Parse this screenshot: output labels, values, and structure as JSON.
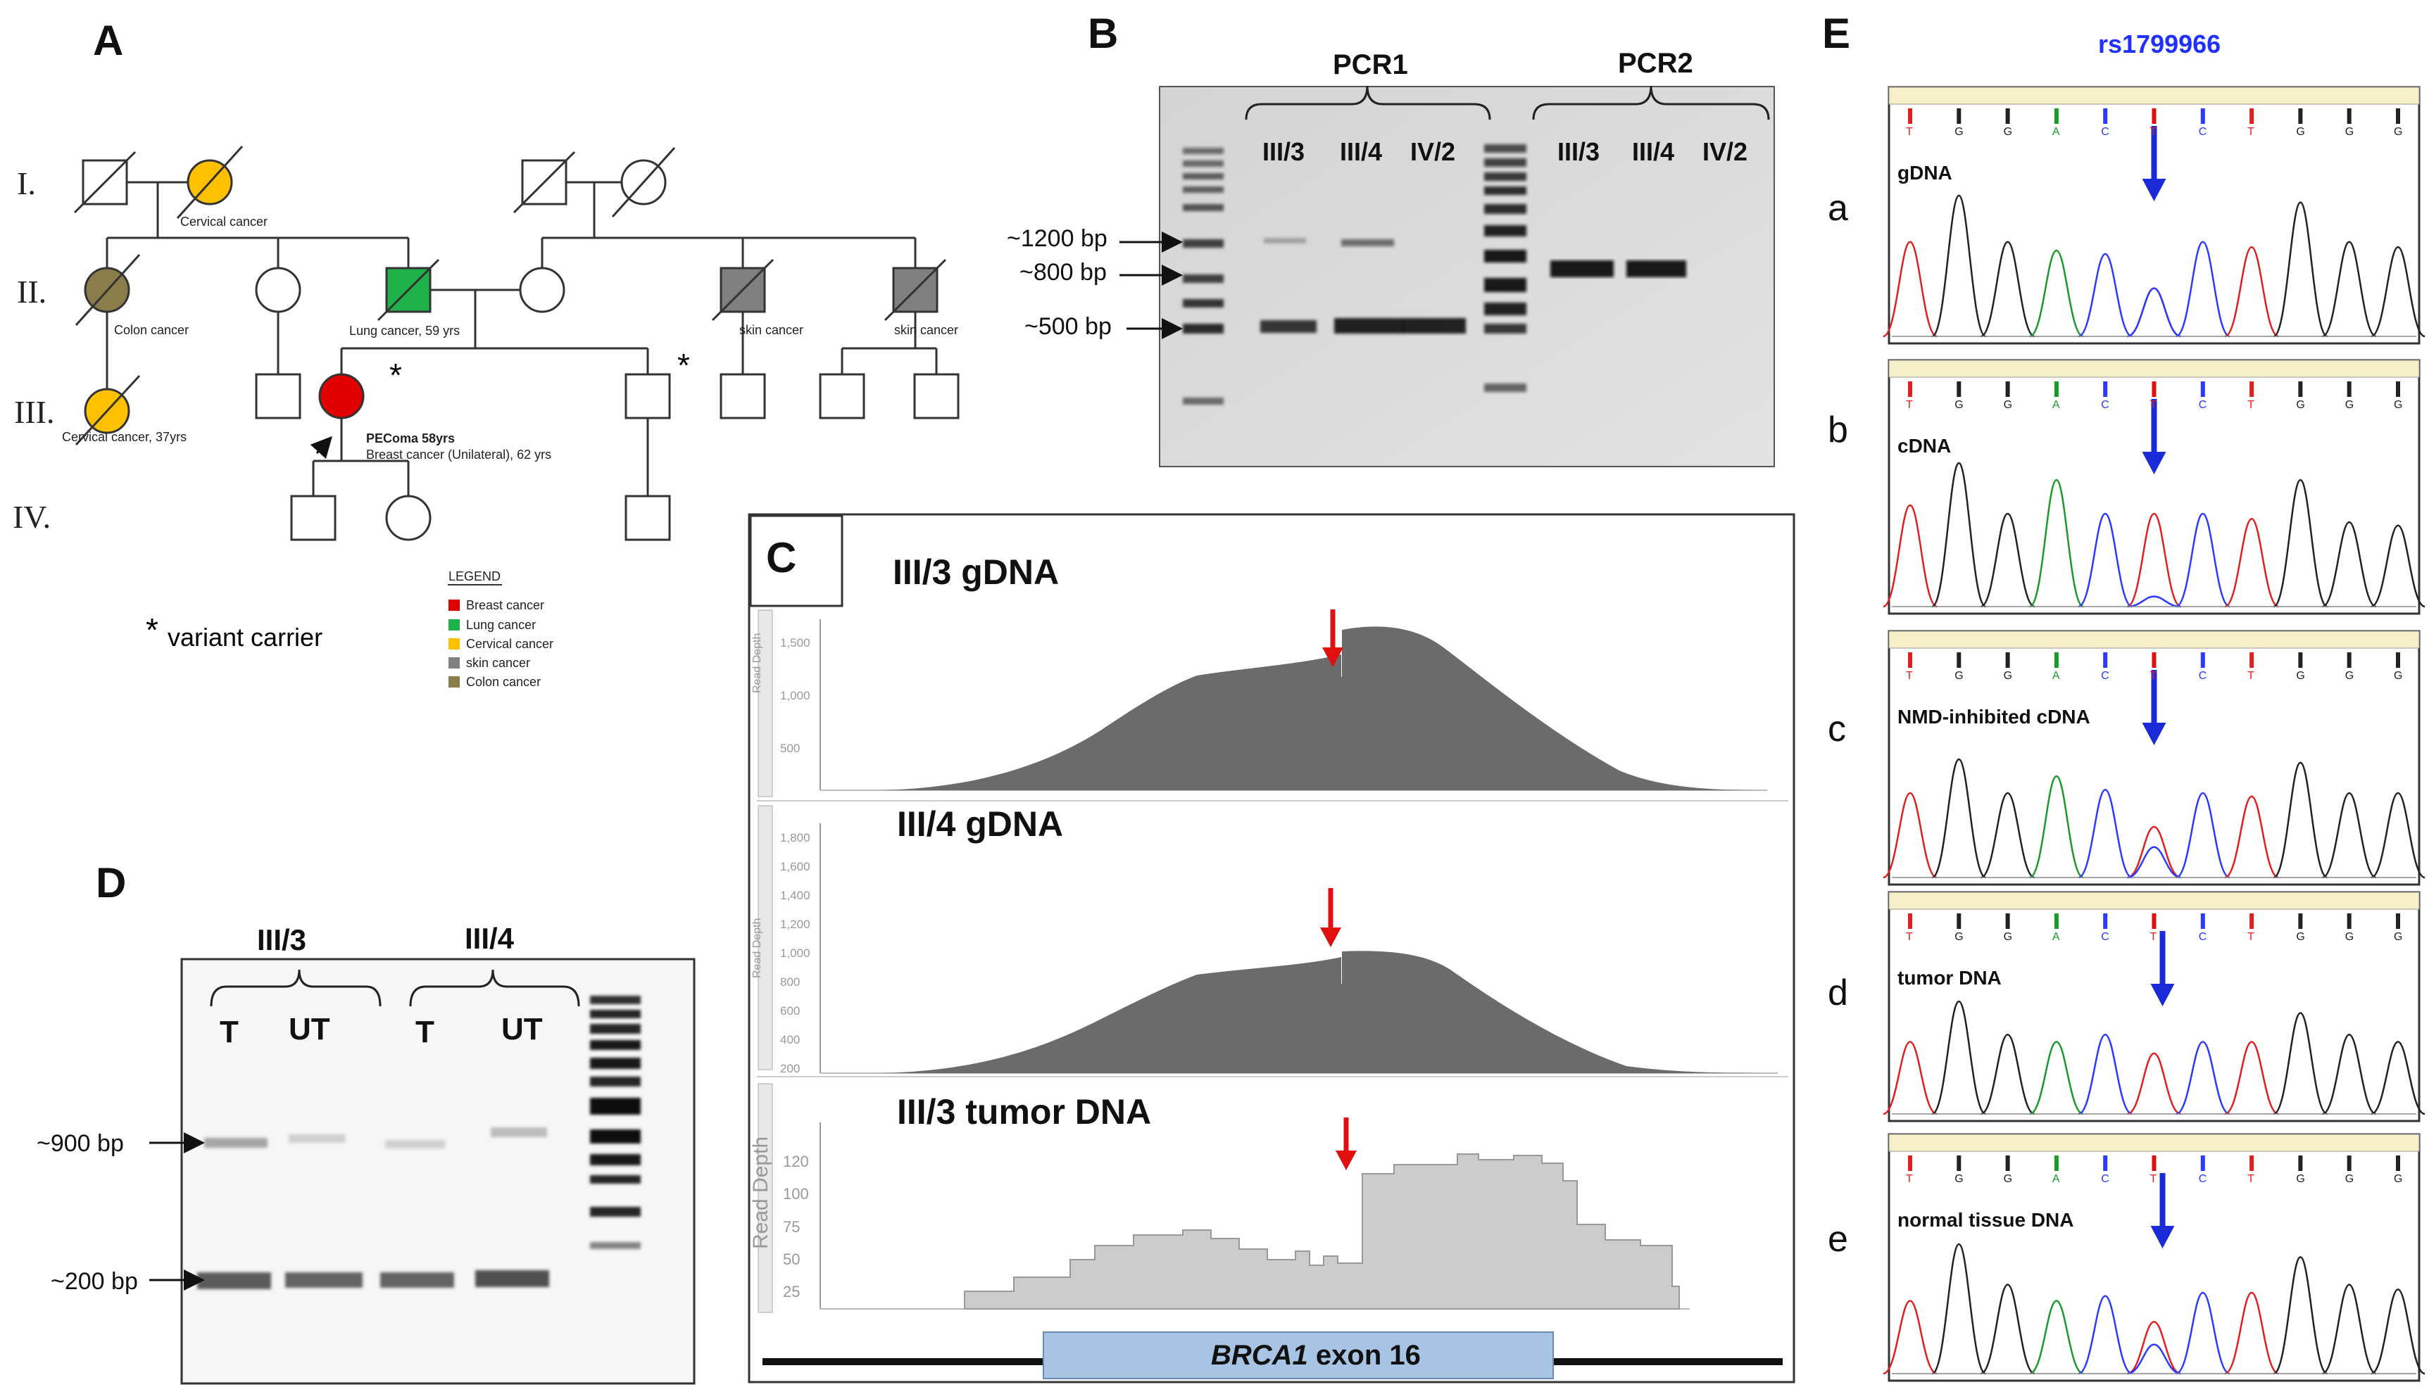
{
  "panels": {
    "A": {
      "letter": "A",
      "generations": [
        "I.",
        "II.",
        "III.",
        "IV."
      ],
      "labels": {
        "cervical1": "Cervical cancer",
        "colon": "Colon cancer",
        "lung": "Lung cancer, 59 yrs",
        "skin1": "skin cancer",
        "skin2": "skin cancer",
        "cervical2": "Cervical cancer, 37yrs",
        "proband1": "PEComa 58yrs",
        "proband2": "Breast cancer (Unilateral), 62 yrs"
      },
      "carrier_mark": "*",
      "carrier_note": "variant carrier",
      "legend_title": "LEGEND",
      "legend": [
        {
          "label": "Breast cancer",
          "color": "#e00000"
        },
        {
          "label": "Lung cancer",
          "color": "#1fb24b"
        },
        {
          "label": "Cervical cancer",
          "color": "#ffc000"
        },
        {
          "label": "skin cancer",
          "color": "#808080"
        },
        {
          "label": "Colon cancer",
          "color": "#8b7d4a"
        }
      ]
    },
    "B": {
      "letter": "B",
      "group1": "PCR1",
      "group2": "PCR2",
      "lanes": [
        "III/3",
        "III/4",
        "IV/2",
        "III/3",
        "III/4",
        "IV/2"
      ],
      "sizes": [
        "~1200 bp",
        "~800 bp",
        "~500 bp"
      ]
    },
    "C": {
      "letter": "C",
      "tracks": [
        "III/3 gDNA",
        "III/4 gDNA",
        "III/3 tumor DNA"
      ],
      "axis_label": "Read Depth",
      "ticks1": [
        "1,500",
        "1,000",
        "500"
      ],
      "ticks2": [
        "1,800",
        "1,600",
        "1,400",
        "1,200",
        "1,000",
        "800",
        "600",
        "400",
        "200"
      ],
      "ticks3": [
        "120",
        "100",
        "75",
        "50",
        "25"
      ],
      "exon_gene": "BRCA1",
      "exon_rest": " exon 16"
    },
    "D": {
      "letter": "D",
      "group1": "III/3",
      "group2": "III/4",
      "lanes": [
        "T",
        "UT",
        "T",
        "UT"
      ],
      "sizes": [
        "~900 bp",
        "~200 bp"
      ]
    },
    "E": {
      "letter": "E",
      "snp": "rs1799966",
      "rows": [
        {
          "letter": "a",
          "tag": "gDNA"
        },
        {
          "letter": "b",
          "tag": "cDNA"
        },
        {
          "letter": "c",
          "tag": "NMD-inhibited cDNA"
        },
        {
          "letter": "d",
          "tag": "tumor DNA"
        },
        {
          "letter": "e",
          "tag": "normal tissue DNA"
        }
      ],
      "bases": [
        "T",
        "G",
        "G",
        "A",
        "C",
        "T",
        "C",
        "T",
        "G",
        "G",
        "G"
      ],
      "colors": {
        "T": "#e02020",
        "G": "#222222",
        "A": "#1a9a2a",
        "C": "#2a3aff"
      }
    }
  }
}
